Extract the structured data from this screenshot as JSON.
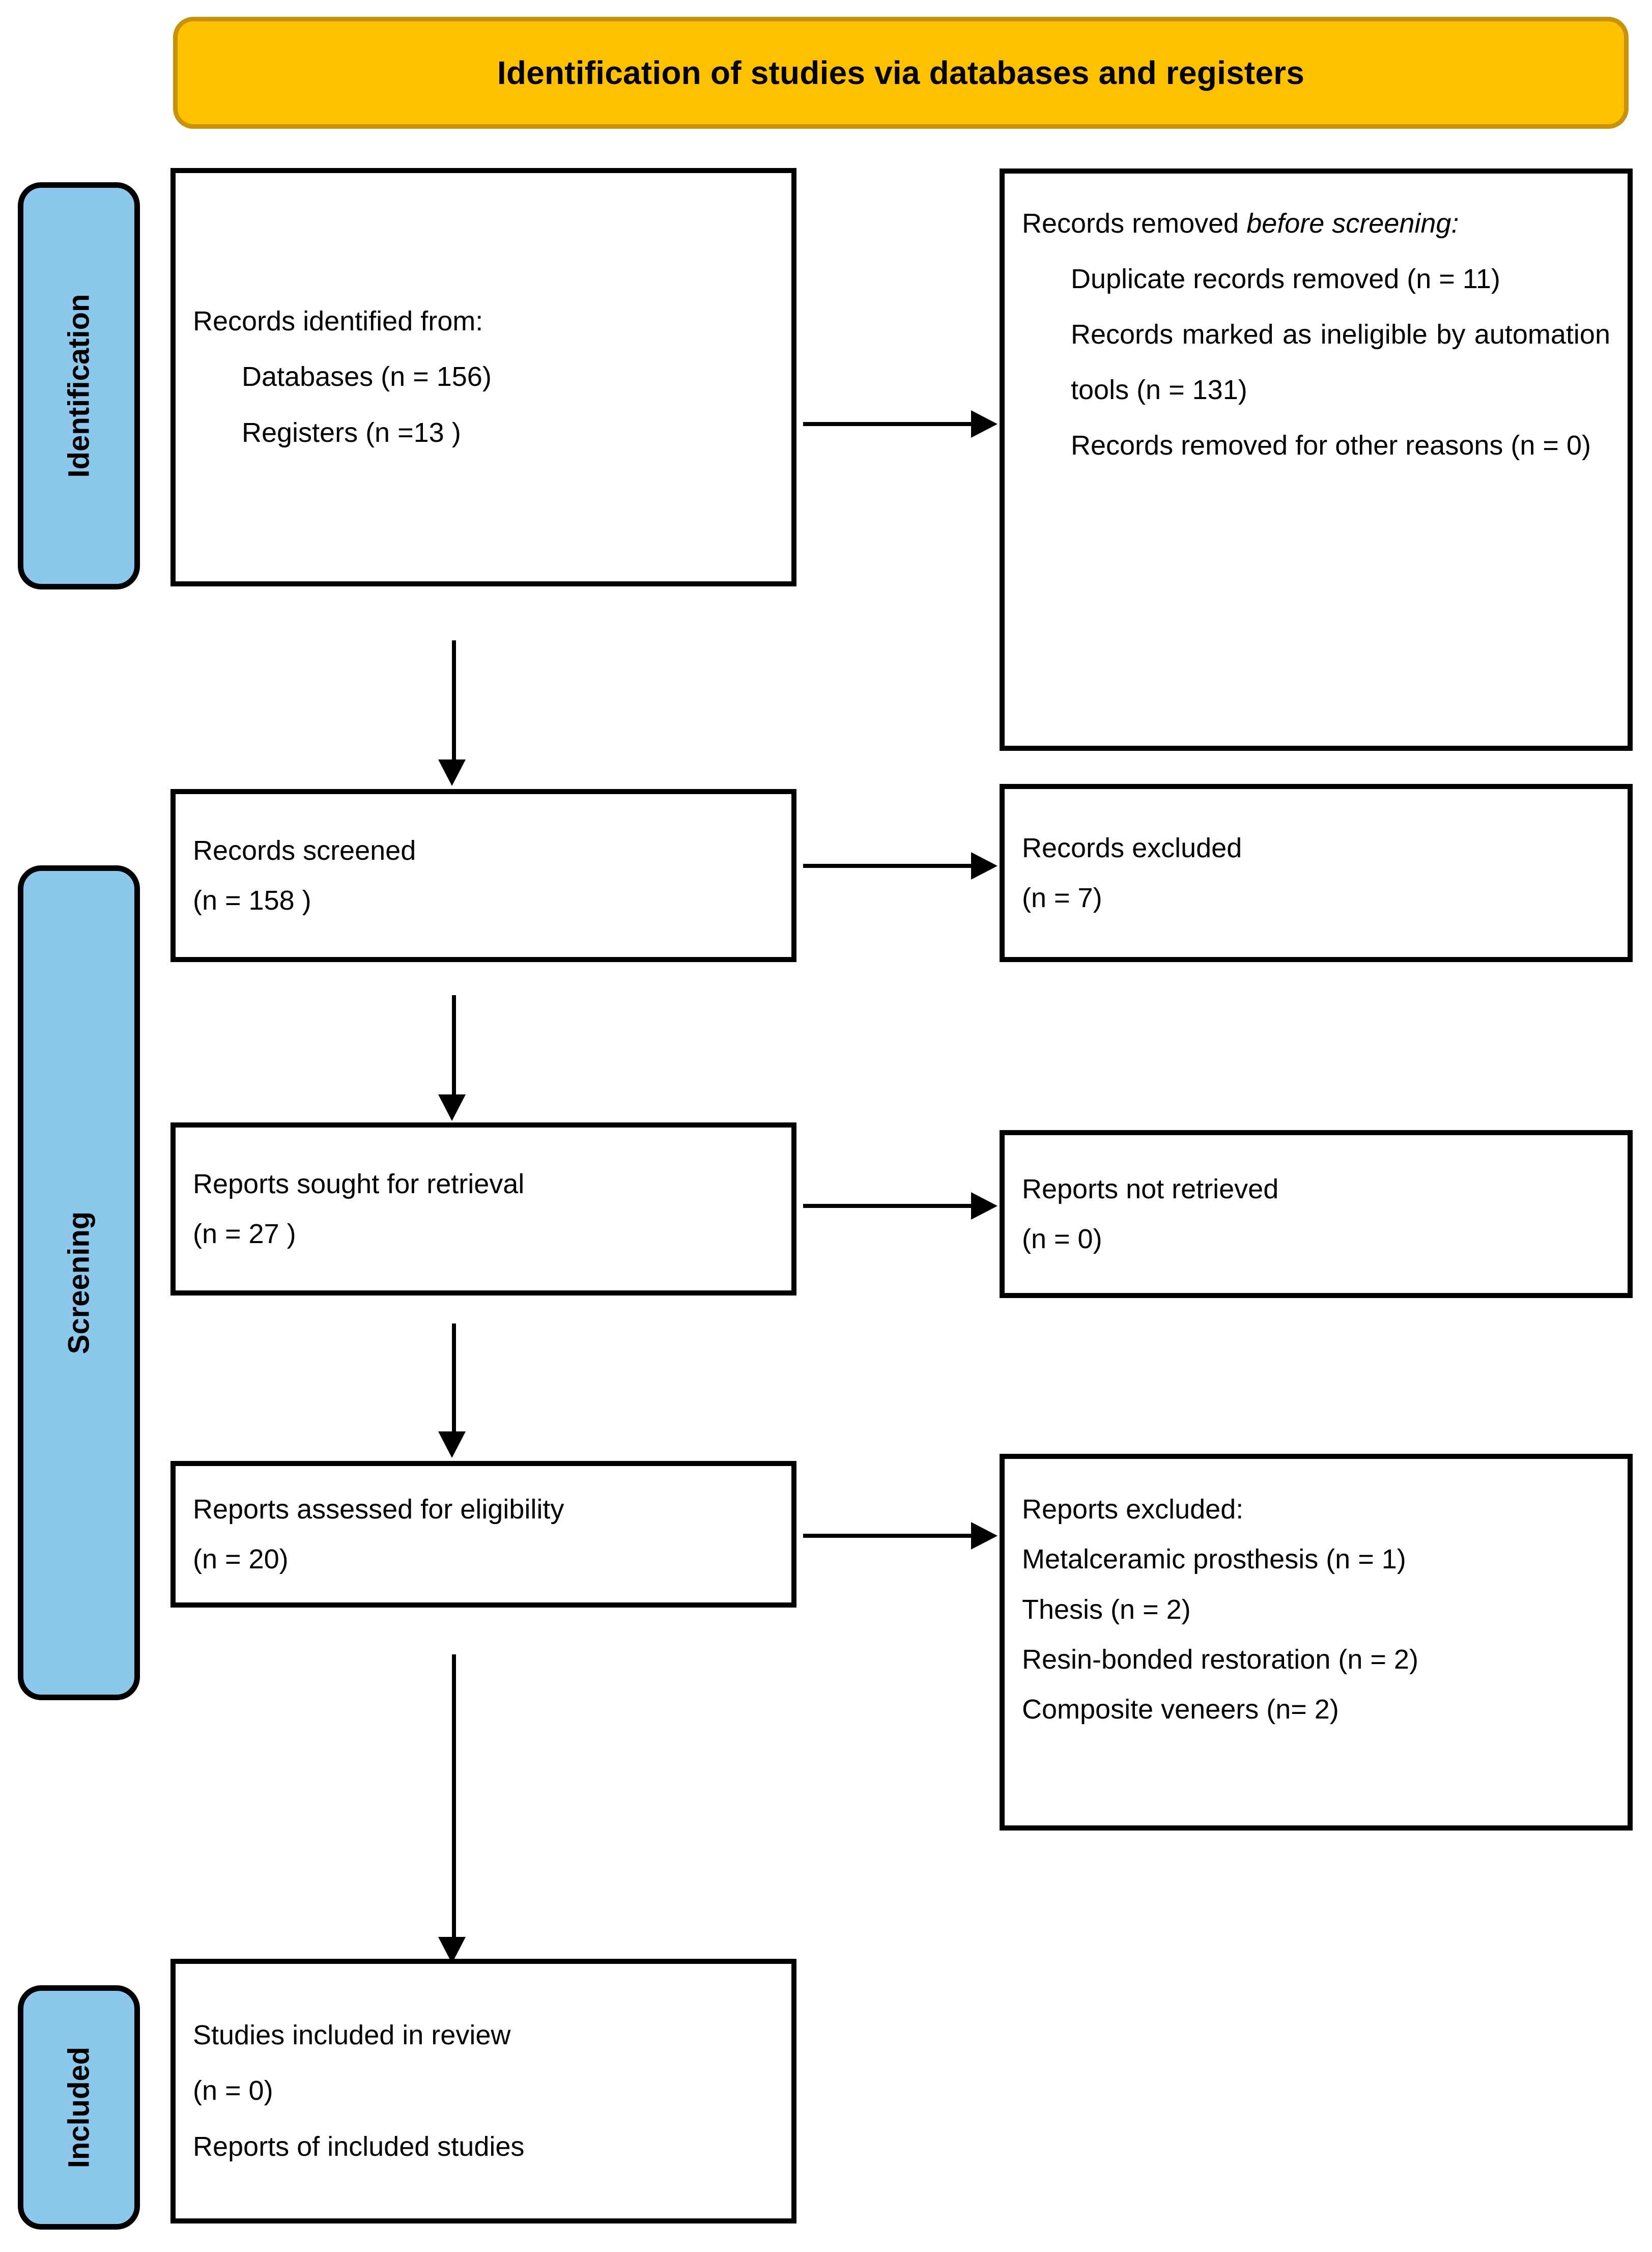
{
  "banner": {
    "title": "Identification of studies via databases and registers",
    "fill": "#FFC000",
    "stroke": "#C8920A"
  },
  "colors": {
    "stage_pill_fill": "#8CC8EC",
    "box_border": "#000000",
    "banner_fill": "#FFC000",
    "banner_stroke": "#C8920A",
    "text": "#000000"
  },
  "stages": [
    {
      "id": "identification",
      "label": "Identification"
    },
    {
      "id": "screening",
      "label": "Screening"
    },
    {
      "id": "included",
      "label": "Included"
    }
  ],
  "boxes": {
    "records_identified": {
      "lines": [
        "Records identified from:",
        "Databases (n = 156)",
        "Registers (n =13 )"
      ]
    },
    "records_removed": {
      "heading_plain": "Records removed ",
      "heading_italic": "before screening",
      "heading_colon": ":",
      "lines": [
        "Duplicate records removed (n = 11)",
        "Records marked as ineligible by automation tools (n = 131)",
        "Records removed for other reasons (n = 0)"
      ]
    },
    "records_screened": {
      "lines": [
        "Records screened",
        "(n = 158 )"
      ]
    },
    "records_excluded": {
      "lines": [
        "Records excluded",
        "(n = 7)"
      ]
    },
    "reports_sought": {
      "lines": [
        "Reports sought for retrieval",
        "(n = 27 )"
      ]
    },
    "reports_not_retrieved": {
      "lines": [
        "Reports not retrieved",
        "(n = 0)"
      ]
    },
    "reports_assessed": {
      "lines": [
        "Reports assessed for eligibility",
        "(n = 20)"
      ]
    },
    "reports_excluded": {
      "heading": "Reports excluded:",
      "lines": [
        "Metalceramic prosthesis (n = 1)",
        "Thesis (n = 2)",
        "Resin-bonded restoration (n = 2)",
        "Composite veneers (n= 2)"
      ]
    },
    "studies_included": {
      "lines": [
        "Studies included in review",
        "(n = 0)",
        "Reports of included studies"
      ]
    }
  },
  "chart_data": {
    "type": "table",
    "title": "Identification of studies via databases and registers",
    "stages": [
      "Identification",
      "Screening",
      "Included"
    ],
    "nodes": [
      {
        "label": "Records identified from: Databases",
        "n": 156,
        "stage": "Identification"
      },
      {
        "label": "Records identified from: Registers",
        "n": 13,
        "stage": "Identification"
      },
      {
        "label": "Duplicate records removed",
        "n": 11,
        "stage": "Identification"
      },
      {
        "label": "Records marked as ineligible by automation tools",
        "n": 131,
        "stage": "Identification"
      },
      {
        "label": "Records removed for other reasons",
        "n": 0,
        "stage": "Identification"
      },
      {
        "label": "Records screened",
        "n": 158,
        "stage": "Screening"
      },
      {
        "label": "Records excluded",
        "n": 7,
        "stage": "Screening"
      },
      {
        "label": "Reports sought for retrieval",
        "n": 27,
        "stage": "Screening"
      },
      {
        "label": "Reports not retrieved",
        "n": 0,
        "stage": "Screening"
      },
      {
        "label": "Reports assessed for eligibility",
        "n": 20,
        "stage": "Screening"
      },
      {
        "label": "Metalceramic prosthesis excluded",
        "n": 1,
        "stage": "Screening"
      },
      {
        "label": "Thesis excluded",
        "n": 2,
        "stage": "Screening"
      },
      {
        "label": "Resin-bonded restoration excluded",
        "n": 2,
        "stage": "Screening"
      },
      {
        "label": "Composite veneers excluded",
        "n": 2,
        "stage": "Screening"
      },
      {
        "label": "Studies included in review",
        "n": 0,
        "stage": "Included"
      }
    ]
  }
}
